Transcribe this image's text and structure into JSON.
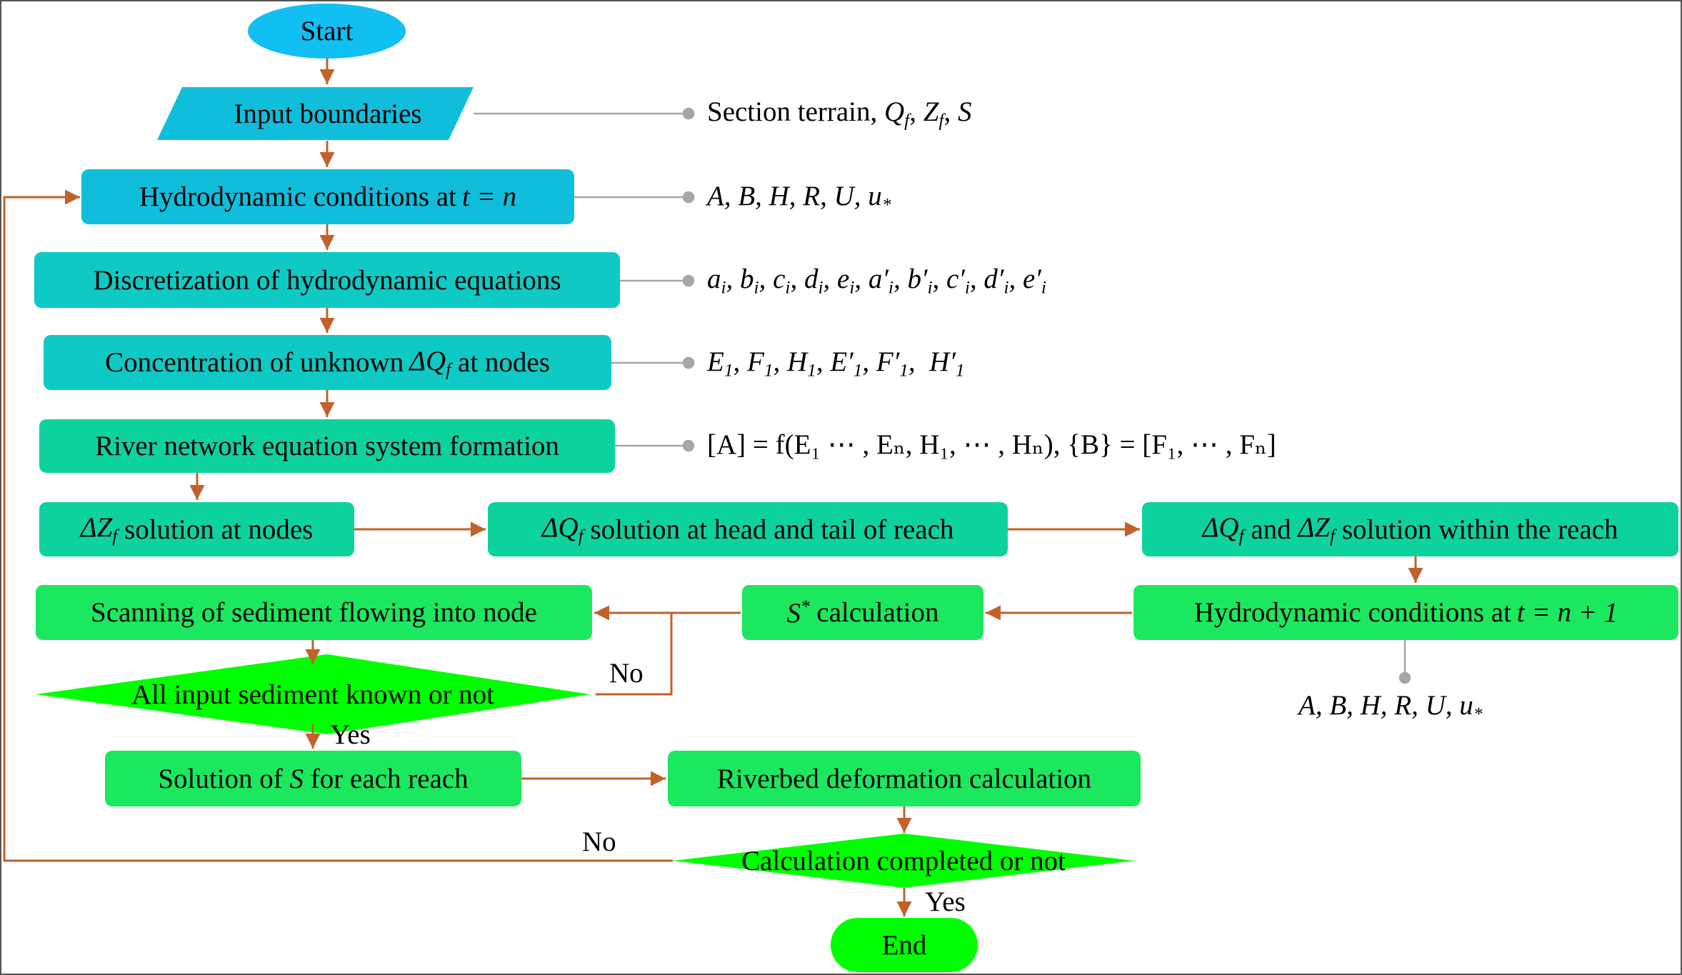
{
  "colors": {
    "arrow": "#c0622a",
    "connector": "#a6a6a6",
    "start": "#11bff2",
    "cyan": "#10bedb",
    "teal": "#0ec9c4",
    "teal_green": "#0ed29e",
    "green": "#1be85e",
    "lime": "#00ff00"
  },
  "nodes": {
    "start": "Start",
    "input": "Input boundaries",
    "hydro_n": {
      "pre": "Hydrodynamic conditions at ",
      "math": "t = n"
    },
    "discretization": "Discretization of hydrodynamic equations",
    "concentration": {
      "pre": "Concentration of unknown ",
      "sym": "ΔQ",
      "sub": "f",
      "post": " at nodes"
    },
    "river_network": "River network equation system formation",
    "dz_nodes": {
      "sym": "ΔZ",
      "sub": "f",
      "post": " solution at nodes"
    },
    "dq_head_tail": {
      "sym": "ΔQ",
      "sub": "f",
      "post": " solution at head and tail of reach"
    },
    "dq_dz_reach": {
      "sym1": "ΔQ",
      "sub1": "f",
      "mid": " and ",
      "sym2": "ΔZ",
      "sub2": "f",
      "post": " solution within the reach"
    },
    "hydro_n1": {
      "pre": "Hydrodynamic conditions at ",
      "math": "t = n + 1"
    },
    "s_star": {
      "sym": "S",
      "sup": "*",
      "post": " calculation"
    },
    "scanning": "Scanning of sediment flowing into node",
    "all_input": "All input sediment known or not",
    "solution_s": {
      "pre": "Solution of ",
      "sym": "S",
      "post": " for each reach"
    },
    "riverbed": "Riverbed deformation calculation",
    "calc_completed": "Calculation completed or not",
    "end": "End"
  },
  "labels": {
    "section_terrain": {
      "pre": "Section terrain, ",
      "q": "Q",
      "z": "Z",
      "sub": "f",
      "s": "S",
      "sep": ", "
    },
    "hydro_vars": "A, B, H, R, U, u",
    "hydro_vars_sub": "*",
    "coeffs": [
      "a",
      "b",
      "c",
      "d",
      "e",
      "a′",
      "b′",
      "c′",
      "d′",
      "e′"
    ],
    "coeffs_sub": "i",
    "nodal": {
      "main": [
        "E",
        "F",
        "H",
        "E′",
        "F′",
        "H′"
      ],
      "sub": "1"
    },
    "system": "[A] = f(E₁ ⋯ , Eₙ, H₁, ⋯ , Hₙ), {B} = [F₁, ⋯ , Fₙ]",
    "hydro_vars2": "A, B, H, R, U, u",
    "no_1": "No",
    "yes_1": "Yes",
    "no_2": "No",
    "yes_2": "Yes"
  }
}
